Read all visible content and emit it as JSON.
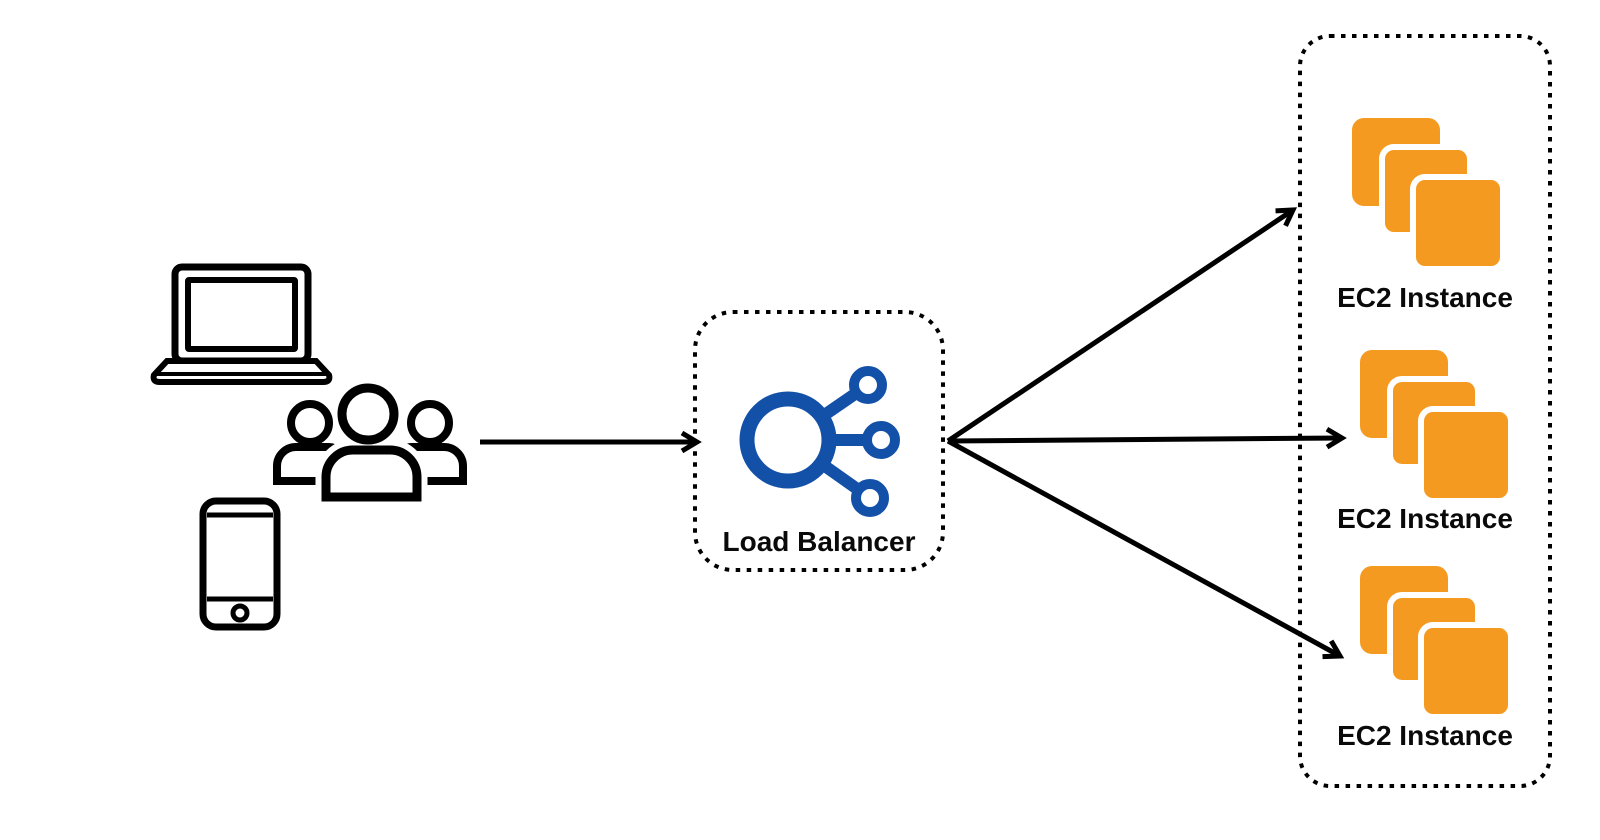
{
  "load_balancer": {
    "label": "Load Balancer"
  },
  "ec2": [
    {
      "label": "EC2 Instance"
    },
    {
      "label": "EC2 Instance"
    },
    {
      "label": "EC2 Instance"
    }
  ],
  "colors": {
    "lb_blue": "#1351A8",
    "ec2_orange": "#F59A21",
    "outline_black": "#000000",
    "background": "#FFFFFF"
  },
  "icons": {
    "laptop": "laptop-icon",
    "users": "users-group-icon",
    "smartphone": "smartphone-icon",
    "load_balancer": "load-balancer-icon",
    "ec2_stack": "ec2-stack-icon"
  }
}
